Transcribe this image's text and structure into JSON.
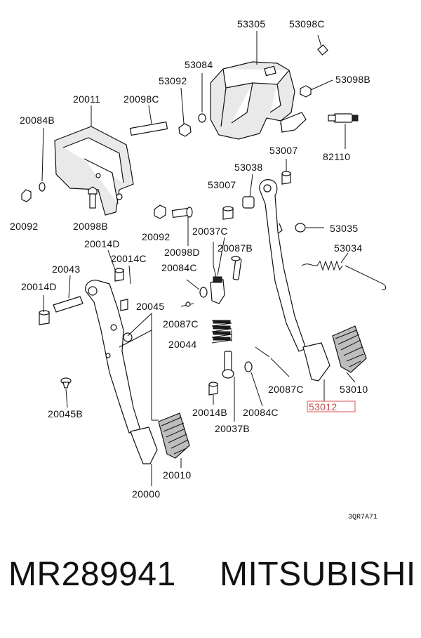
{
  "diagram": {
    "labels": {
      "p53305": "53305",
      "p53098C": "53098C",
      "p53084": "53084",
      "p53092": "53092",
      "p53098B": "53098B",
      "p20011": "20011",
      "p20098C": "20098C",
      "p20084B": "20084B",
      "p82110": "82110",
      "p53007a": "53007",
      "p53038": "53038",
      "p53007b": "53007",
      "p20092a": "20092",
      "p20098B": "20098B",
      "p20092b": "20092",
      "p20037C": "20037C",
      "p53035": "53035",
      "p20014D_top": "20014D",
      "p20098D": "20098D",
      "p20087B": "20087B",
      "p53034": "53034",
      "p20043": "20043",
      "p20014C": "20014C",
      "p20084C_a": "20084C",
      "p20014D_left": "20014D",
      "p20045": "20045",
      "p20087C_a": "20087C",
      "p20044": "20044",
      "p20087C_b": "20087C",
      "p53010": "53010",
      "p53012": "53012",
      "p20014B": "20014B",
      "p20084C_b": "20084C",
      "p20045B": "20045B",
      "p20037B": "20037B",
      "p20010": "20010",
      "p20000": "20000",
      "ref": "3QR7A71"
    },
    "highlight_color": "#e88b8b"
  },
  "footer": {
    "part_number": "MR289941",
    "brand": "MITSUBISHI"
  }
}
